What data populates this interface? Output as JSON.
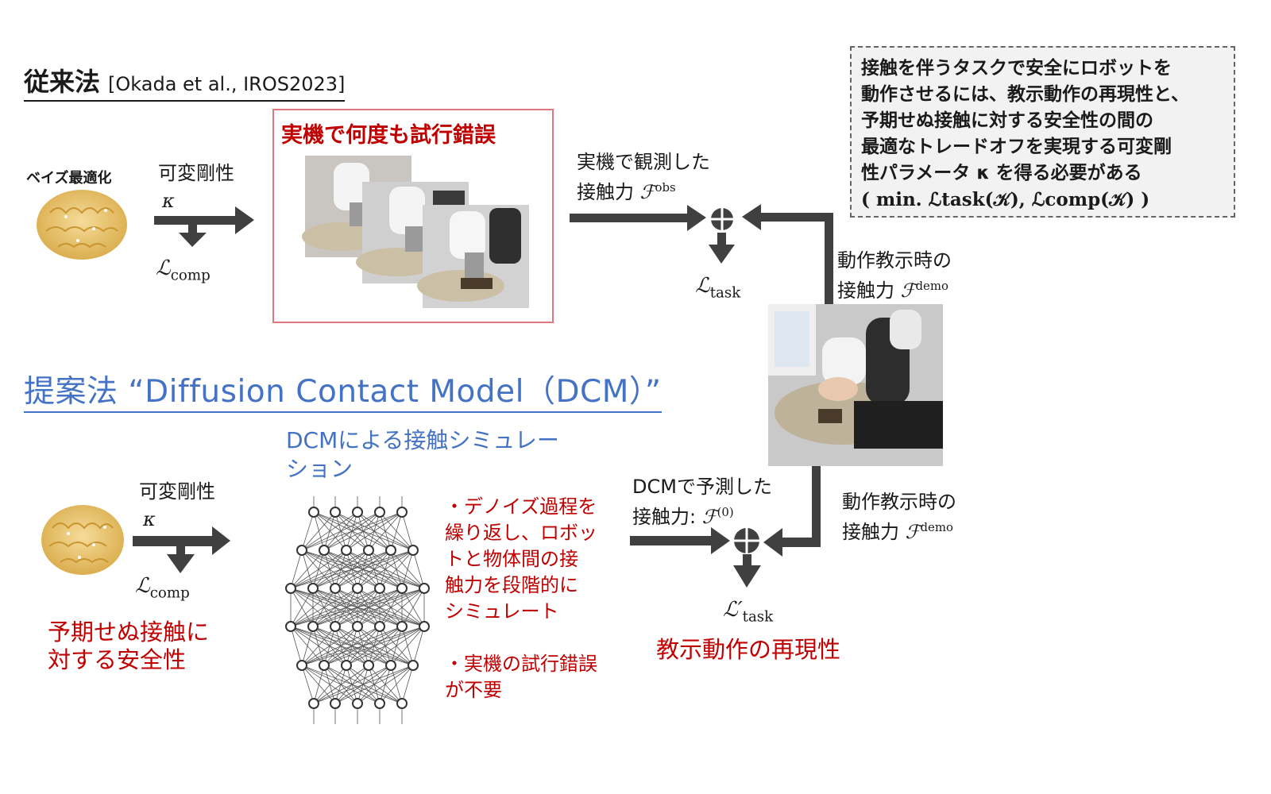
{
  "conventional": {
    "title": "従来法",
    "reference": "[Okada et al., IROS2023]",
    "optimizer_label": "ベイズ最適化",
    "stiffness_label": "可変剛性",
    "kappa": "κ",
    "loss_comp": "ℒ",
    "loss_comp_sub": "comp",
    "trial_title": "実機で何度も試行錯誤",
    "observed_force_line1": "実機で観測した",
    "observed_force_line2": "接触力",
    "force_symbol": "ℱ",
    "observed_sup": "obs",
    "loss_task": "ℒ",
    "loss_task_sub": "task",
    "demo_force_line1": "動作教示時の",
    "demo_force_line2": "接触力",
    "demo_sup": "demo"
  },
  "proposed": {
    "title": "提案法 “Diffusion Contact Model（DCM）”",
    "sim_title_line1": "DCMによる接触シミュレー",
    "sim_title_line2": "ション",
    "stiffness_label": "可変剛性",
    "kappa": "κ",
    "loss_comp": "ℒ",
    "loss_comp_sub": "comp",
    "safety_line1": "予期せぬ接触に",
    "safety_line2": "対する安全性",
    "bullet1_lines": [
      "・デノイズ過程を",
      "繰り返し、ロボッ",
      "トと物体間の接",
      "触力を段階的に",
      "シミュレート"
    ],
    "bullet2_lines": [
      "・実機の試行錯誤",
      "が不要"
    ],
    "predicted_force_line1": "DCMで予測した",
    "predicted_force_line2": "接触力:",
    "force_symbol": "ℱ",
    "predicted_sup": "(0)",
    "demo_force_line1": "動作教示時の",
    "demo_force_line2": "接触力",
    "demo_sup": "demo",
    "loss_task": "ℒ′",
    "loss_task_sub": "task",
    "reproducibility": "教示動作の再現性"
  },
  "note": {
    "lines": [
      "接触を伴うタスクで安全にロボットを",
      "動作させるには、教示動作の再現性と、",
      "予期せぬ接触に対する安全性の間の",
      "最適なトレードオフを実現する可変剛",
      "性パラメータ κ を得る必要がある"
    ],
    "formula": "( min. ℒtask(𝒦), ℒcomp(𝒦) )"
  },
  "colors": {
    "accent_blue": "#4472c4",
    "accent_red": "#c00000",
    "arrow": "#404040",
    "brain": "#e8c474"
  },
  "icons": [
    "brain-icon",
    "sum-circle-icon",
    "neural-network-icon"
  ]
}
